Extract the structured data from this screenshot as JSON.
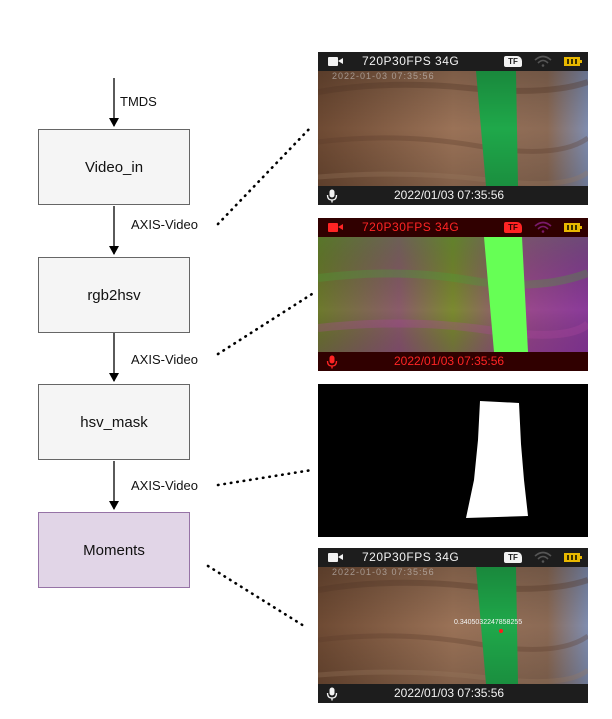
{
  "pipeline": {
    "input_label": "TMDS",
    "blocks": [
      "Video_in",
      "rgb2hsv",
      "hsv_mask",
      "Moments"
    ],
    "link_labels": [
      "AXIS-Video",
      "AXIS-Video",
      "AXIS-Video"
    ]
  },
  "frames": [
    {
      "top_bar": {
        "resolution": "720P30FPS  34G",
        "tf": "TF"
      },
      "overlay_stamp": "2022-01-03 07:35:56",
      "bottom_bar": {
        "datetime": "2022/01/03  07:35:56"
      }
    },
    {
      "top_bar": {
        "resolution": "720P30FPS  34G",
        "tf": "TF"
      },
      "bottom_bar": {
        "datetime": "2022/01/03  07:35:56"
      }
    },
    {},
    {
      "top_bar": {
        "resolution": "720P30FPS  34G",
        "tf": "TF"
      },
      "overlay_stamp": "2022-01-03 07:35:56",
      "moment_value": "0.3405032247858255",
      "bottom_bar": {
        "datetime": "2022/01/03  07:35:56"
      }
    }
  ],
  "colors": {
    "block_fill": "#f5f5f5",
    "block_border": "#666666",
    "moments_fill": "#e1d5e7",
    "moments_border": "#9673a6",
    "stripe_green": "#1fa84a",
    "hsv_stripe": "#66ff55",
    "red_ui": "#ff2424",
    "battery": "#e8b800"
  },
  "icons": [
    "camera-icon",
    "tf-card-icon",
    "wifi-icon",
    "battery-icon",
    "microphone-icon"
  ]
}
